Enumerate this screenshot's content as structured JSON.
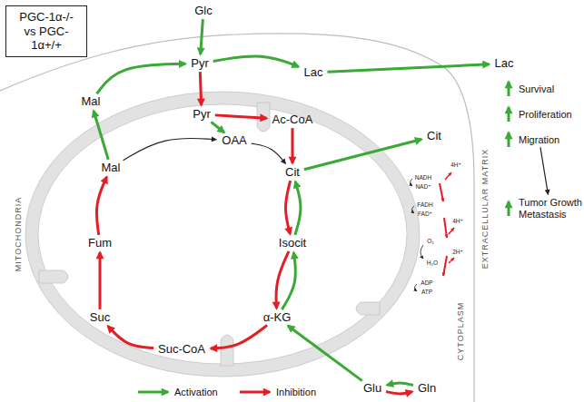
{
  "diagram": {
    "nodes": [
      {
        "text": [
          "PGC-1α-/- vs PGC-1α+/+"
        ]
      },
      {
        "text": [
          "Glc"
        ]
      },
      {
        "text": [
          "Pyr"
        ]
      },
      {
        "text": [
          "Lac"
        ]
      },
      {
        "text": [
          "Lac"
        ]
      },
      {
        "text": [
          "Mal"
        ]
      },
      {
        "text": [
          "Pyr"
        ]
      },
      {
        "text": [
          "Ac-CoA"
        ]
      },
      {
        "text": [
          "OAA"
        ]
      },
      {
        "text": [
          "Cit"
        ]
      },
      {
        "text": [
          "Cit"
        ]
      },
      {
        "text": [
          "Mal"
        ]
      },
      {
        "text": [
          "Isocit"
        ]
      },
      {
        "text": [
          "Fum"
        ]
      },
      {
        "text": [
          "α-KG"
        ]
      },
      {
        "text": [
          "Suc"
        ]
      },
      {
        "text": [
          "Suc-CoA"
        ]
      },
      {
        "text": [
          "Glu"
        ]
      },
      {
        "text": [
          "Gln"
        ]
      },
      {
        "text": [
          "Survival"
        ]
      },
      {
        "text": [
          "Proliferation"
        ]
      },
      {
        "text": [
          "Migration"
        ]
      },
      {
        "text": [
          "Tumor Growth Metastasis"
        ]
      }
    ],
    "edges": [
      {
        "from": 1,
        "to": 2,
        "arrow": "to"
      },
      {
        "from": 2,
        "to": 6,
        "arrow": "to"
      },
      {
        "from": 2,
        "to": 3,
        "arrow": "to"
      },
      {
        "from": 3,
        "to": 4,
        "arrow": "to"
      },
      {
        "from": 5,
        "to": 2,
        "arrow": "to"
      },
      {
        "from": 11,
        "to": 5,
        "arrow": "to"
      },
      {
        "from": 6,
        "to": 7,
        "arrow": "to"
      },
      {
        "from": 6,
        "to": 8,
        "arrow": "to"
      },
      {
        "from": 7,
        "to": 9,
        "arrow": "to"
      },
      {
        "from": 8,
        "to": 9,
        "arrow": "to"
      },
      {
        "from": 9,
        "to": 12,
        "arrow": "to"
      },
      {
        "from": 12,
        "to": 9,
        "arrow": "to"
      },
      {
        "from": 9,
        "to": 10,
        "arrow": "to"
      },
      {
        "from": 12,
        "to": 14,
        "arrow": "to"
      },
      {
        "from": 14,
        "to": 12,
        "arrow": "to"
      },
      {
        "from": 14,
        "to": 16,
        "arrow": "to"
      },
      {
        "from": 16,
        "to": 15,
        "arrow": "to"
      },
      {
        "from": 15,
        "to": 13,
        "arrow": "to"
      },
      {
        "from": 13,
        "to": 11,
        "arrow": "to"
      },
      {
        "from": 11,
        "to": 8,
        "arrow": "to"
      },
      {
        "from": 17,
        "to": 14,
        "arrow": "to"
      },
      {
        "from": 18,
        "to": 17,
        "arrow": "to"
      },
      {
        "from": 17,
        "to": 18,
        "arrow": "to"
      },
      {
        "from": 21,
        "to": 22,
        "arrow": "to"
      }
    ],
    "labels": [
      "MITOCHONDRIA",
      "CYTOPLASM",
      "EXTRACELLULAR MATRIX",
      "4H⁺",
      "NADH",
      "NAD⁺",
      "FADH",
      "FAD⁺",
      "4H⁺",
      "O₂",
      "2H⁺",
      "H₂O",
      "ADP",
      "ATP"
    ],
    "legend": [
      {
        "text": "Activation"
      },
      {
        "text": "Inhibition"
      }
    ]
  }
}
